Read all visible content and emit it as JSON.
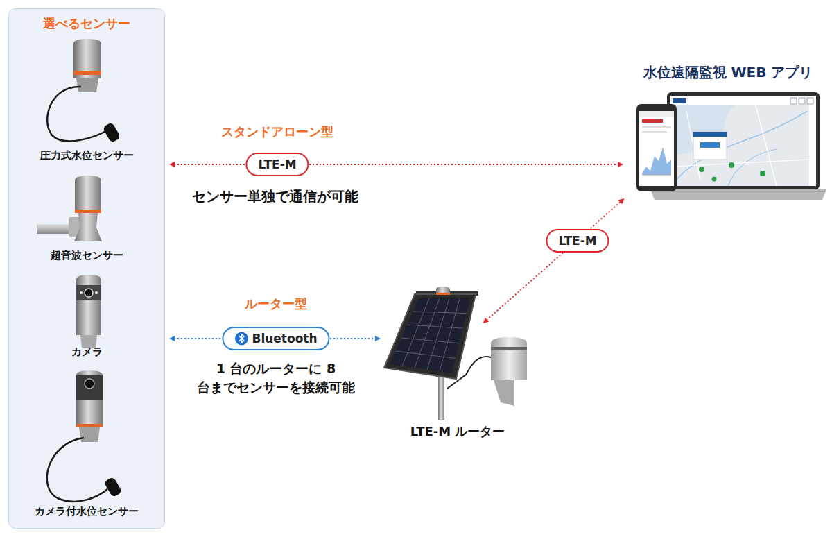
{
  "diagram": {
    "nodes": [
      {
        "text": [
          "選べるセンサー"
        ]
      },
      {
        "text": [
          "圧力式水位センサー"
        ],
        "in": 0
      },
      {
        "text": [
          "超音波センサー"
        ],
        "in": 0
      },
      {
        "text": [
          "カメラ"
        ],
        "in": 0
      },
      {
        "text": [
          "カメラ付水位センサー"
        ],
        "in": 0
      },
      {
        "text": [
          "水位遠隔監視 WEB アプリ"
        ]
      },
      {
        "text": [
          "LTE-M ルーター"
        ]
      }
    ],
    "edges": [
      {
        "from": 0,
        "to": 5,
        "label": "LTE-M",
        "arrow": "both"
      },
      {
        "from": 0,
        "to": 6,
        "label": "Bluetooth",
        "arrow": "both"
      },
      {
        "from": 6,
        "to": 5,
        "label": "LTE-M",
        "arrow": "both"
      }
    ],
    "labels": [
      "スタンドアローン型",
      "センサー単独で通信が可能",
      "ルーター型",
      "1 台のルーターに 8 台までセンサーを接続可能"
    ]
  }
}
